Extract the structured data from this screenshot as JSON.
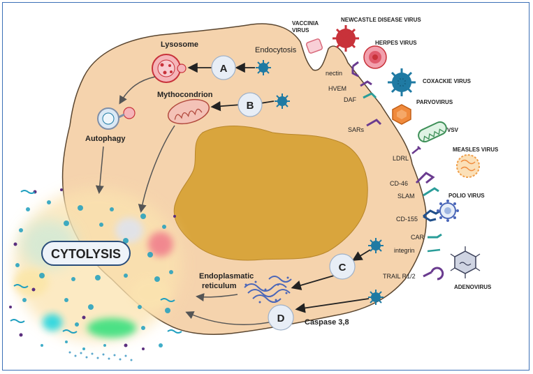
{
  "cell": {
    "lysosome": "Lysosome",
    "endocytosis": "Endocytosis",
    "mitochondrion": "Mythocondrion",
    "autophagy": "Autophagy",
    "cytolysis": "CYTOLYSIS",
    "er_line1": "Endoplasmatic",
    "er_line2": "reticulum",
    "caspase": "Caspase 3,8"
  },
  "steps": [
    "A",
    "B",
    "C",
    "D"
  ],
  "receptors": {
    "nectin": "nectin",
    "hvem": "HVEM",
    "daf": "DAF",
    "sars": "SARs",
    "ldrl": "LDRL",
    "cd46": "CD-46",
    "slam": "SLAM",
    "cd155": "CD-155",
    "car": "CAR",
    "integrin": "integrin",
    "trail": "TRAIL R1/2"
  },
  "viruses": {
    "vaccinia_1": "VACCINIA",
    "vaccinia_2": "VIRUS",
    "newcastle": "NEWCASTLE DISEASE VIRUS",
    "herpes": "HERPES VIRUS",
    "coxackie": "COXACKIE VIRUS",
    "parvovirus": "PARVOVIRUS",
    "vsv": "VSV",
    "measles": "MEASLES VIRUS",
    "polio": "POLIO VIRUS",
    "adenovirus": "ADENOVIRUS"
  },
  "colors": {
    "cytoplasm": "#f5d3ad",
    "nucleus": "#d9a53d",
    "frame": "#3b6fb6",
    "step_circle": "#e8eef6",
    "virus_blue": "#1f7aa3",
    "virus_red": "#c8323a",
    "virus_orange": "#f08a3c",
    "virus_green": "#3d8f57",
    "receptor_purple": "#6a3b8f",
    "receptor_teal": "#2a9d99"
  },
  "icons": [
    "lysosome-icon",
    "autophagosome-icon",
    "mitochondrion-icon",
    "endoplasmic-reticulum-icon",
    "virus-icon"
  ]
}
